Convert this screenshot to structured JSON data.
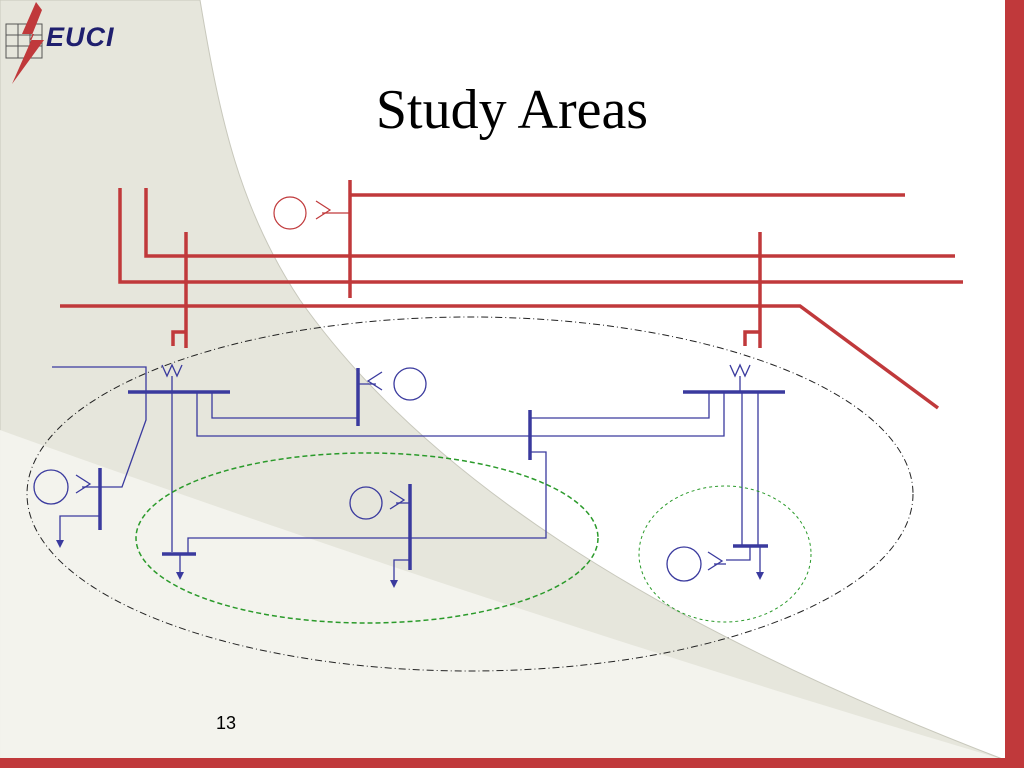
{
  "slide": {
    "title": "Study Areas",
    "page_number": "13",
    "logo_text": "EUCI"
  },
  "colors": {
    "transmission": "#c0393b",
    "distribution": "#3a3a9e",
    "study_area_outer": "#222222",
    "study_area_inner": "#2a9a2a",
    "frame": "#c0393b",
    "swoosh": "#e6e6dc"
  },
  "icons": [
    "lightning-bolt-icon",
    "grid-icon",
    "generator-icon",
    "load-arrow-icon",
    "transformer-icon"
  ]
}
